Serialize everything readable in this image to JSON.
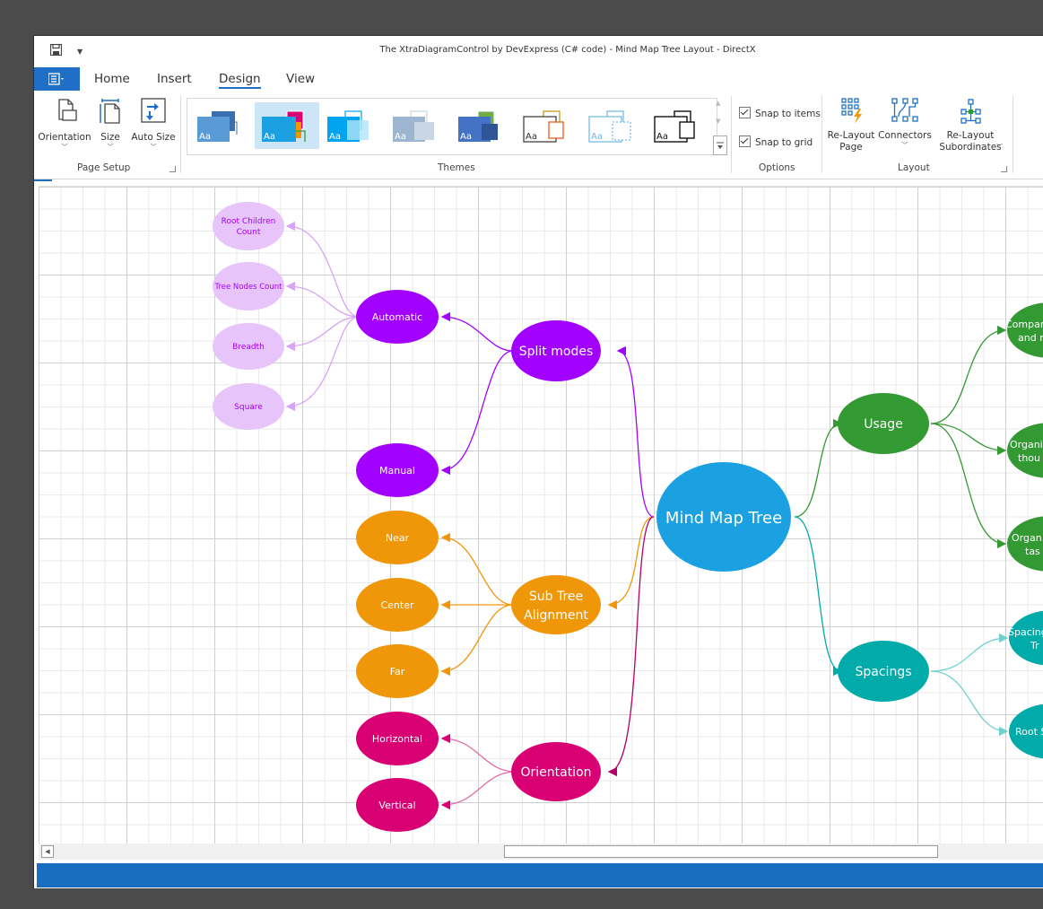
{
  "window": {
    "title": "The XtraDiagramControl by DevExpress (C# code) - Mind Map Tree Layout - DirectX"
  },
  "tabs": [
    {
      "label": "Home"
    },
    {
      "label": "Insert"
    },
    {
      "label": "Design",
      "active": true
    },
    {
      "label": "View"
    }
  ],
  "ribbon": {
    "page_setup": {
      "label": "Page Setup",
      "orientation": "Orientation",
      "size": "Size",
      "auto_size": "Auto Size"
    },
    "themes": {
      "label": "Themes",
      "count": 8,
      "selected_index": 1
    },
    "options": {
      "label": "Options",
      "snap_to_items": {
        "label": "Snap to items",
        "checked": true
      },
      "snap_to_grid": {
        "label": "Snap to grid",
        "checked": true
      }
    },
    "layout": {
      "label": "Layout",
      "relayout_page": [
        "Re-Layout",
        "Page"
      ],
      "connectors": "Connectors",
      "relayout_subordinates": [
        "Re-Layout",
        "Subordinates"
      ]
    }
  },
  "diagram": {
    "root": {
      "label": "Mind Map Tree",
      "color": "#1ba1e2"
    },
    "nodes": {
      "split_modes": {
        "label": "Split modes",
        "color": "#a200ff"
      },
      "automatic": {
        "label": "Automatic",
        "color": "#a200ff"
      },
      "manual": {
        "label": "Manual",
        "color": "#a200ff"
      },
      "root_children_count": {
        "label_lines": [
          "Root Children",
          "Count"
        ],
        "color": "#e7c4f9"
      },
      "tree_nodes_count": {
        "label": "Tree Nodes Count",
        "color": "#e7c4f9"
      },
      "breadth": {
        "label": "Breadth",
        "color": "#e7c4f9"
      },
      "square": {
        "label": "Square",
        "color": "#e7c4f9"
      },
      "sub_tree_alignment": {
        "label_lines": [
          "Sub Tree",
          "Alignment"
        ],
        "color": "#f09609"
      },
      "near": {
        "label": "Near",
        "color": "#f09609"
      },
      "center": {
        "label": "Center",
        "color": "#f09609"
      },
      "far": {
        "label": "Far",
        "color": "#f09609"
      },
      "orientation": {
        "label": "Orientation",
        "color": "#d80073"
      },
      "horizontal": {
        "label": "Horizontal",
        "color": "#d80073"
      },
      "vertical": {
        "label": "Vertical",
        "color": "#d80073"
      },
      "usage": {
        "label": "Usage",
        "color": "#339933"
      },
      "usage_child_1": {
        "label_lines": [
          "Compar",
          "and m"
        ],
        "color": "#339933"
      },
      "usage_child_2": {
        "label_lines": [
          "Organi",
          "thou"
        ],
        "color": "#339933"
      },
      "usage_child_3": {
        "label_lines": [
          "Organ",
          "tas"
        ],
        "color": "#339933"
      },
      "spacings": {
        "label": "Spacings",
        "color": "#00aba9"
      },
      "spacings_child_1": {
        "label_lines": [
          "Spacing",
          "Tr"
        ],
        "color": "#00aba9"
      },
      "spacings_child_2": {
        "label": "Root S",
        "color": "#00aba9"
      }
    }
  },
  "colors": {
    "accent": "#1e6fc5",
    "light_purple_text": "#a200ff",
    "light_purple_connector": "#d8a5f5",
    "light_teal_connector": "#6fd1cf"
  }
}
